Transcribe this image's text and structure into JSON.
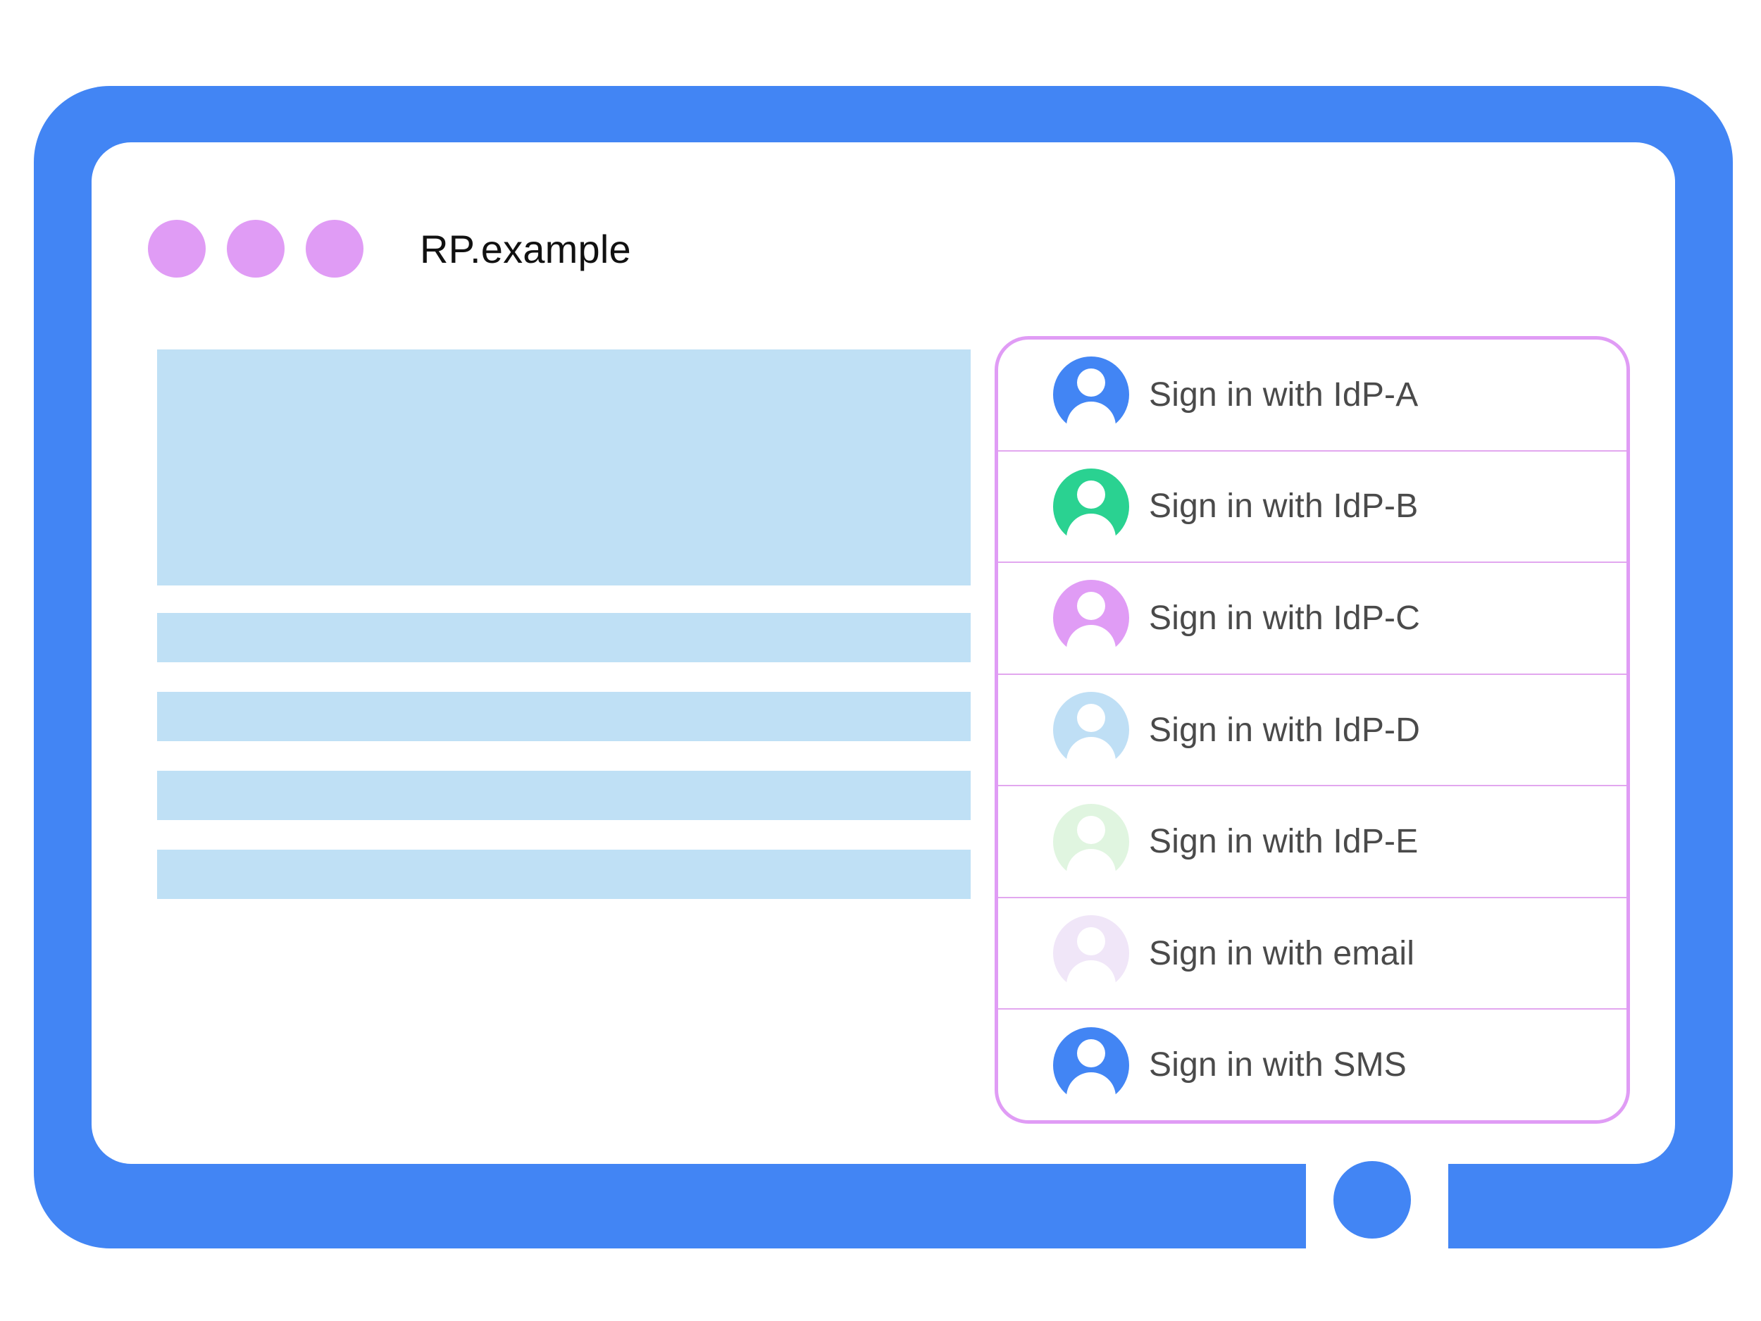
{
  "window": {
    "title": "RP.example",
    "title_dots": [
      "dot-1",
      "dot-2",
      "dot-3"
    ],
    "frame_color": "#4285f4",
    "dot_color": "#e09cf5"
  },
  "content": {
    "placeholder_color": "#bfe0f5",
    "blocks": [
      {
        "name": "hero-placeholder"
      },
      {
        "name": "text-line-placeholder-1"
      },
      {
        "name": "text-line-placeholder-2"
      },
      {
        "name": "text-line-placeholder-3"
      },
      {
        "name": "text-line-placeholder-4"
      }
    ]
  },
  "account_picker": {
    "border_color": "#e09cf5",
    "divider_color": "#e2a7ef",
    "label_color": "#4a4a4a",
    "items": [
      {
        "label": "Sign in with IdP-A",
        "icon": "person-avatar-icon",
        "avatar_color": "#4285f4"
      },
      {
        "label": "Sign in with IdP-B",
        "icon": "person-avatar-icon",
        "avatar_color": "#2ad291"
      },
      {
        "label": "Sign in with IdP-C",
        "icon": "person-avatar-icon",
        "avatar_color": "#e09cf5"
      },
      {
        "label": "Sign in with IdP-D",
        "icon": "person-avatar-icon",
        "avatar_color": "#bfdff5"
      },
      {
        "label": "Sign in with IdP-E",
        "icon": "person-avatar-icon",
        "avatar_color": "#e0f5e0"
      },
      {
        "label": "Sign in with email",
        "icon": "person-avatar-icon",
        "avatar_color": "#f0e6f8"
      },
      {
        "label": "Sign in with SMS",
        "icon": "person-avatar-icon",
        "avatar_color": "#4285f4"
      }
    ]
  },
  "home_button": {
    "name": "home-button",
    "color": "#4285f4"
  }
}
